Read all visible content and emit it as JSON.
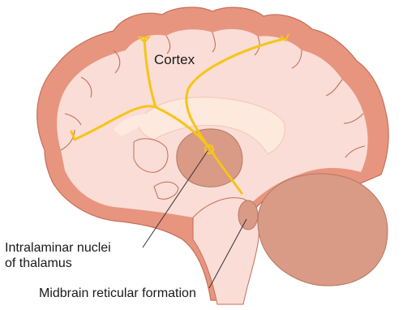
{
  "labels": {
    "cortex": "Cortex",
    "intralaminar_line1": "Intralaminar nuclei",
    "intralaminar_line2": "of thalamus",
    "midbrain": "Midbrain reticular formation"
  },
  "colors": {
    "cortex_outline": "#e8957f",
    "brain_fill": "#f9ddd6",
    "deep_structure": "#d99a86",
    "pale_structure": "#fde9dd",
    "pathway": "#f5c518",
    "pointer": "#333333"
  }
}
